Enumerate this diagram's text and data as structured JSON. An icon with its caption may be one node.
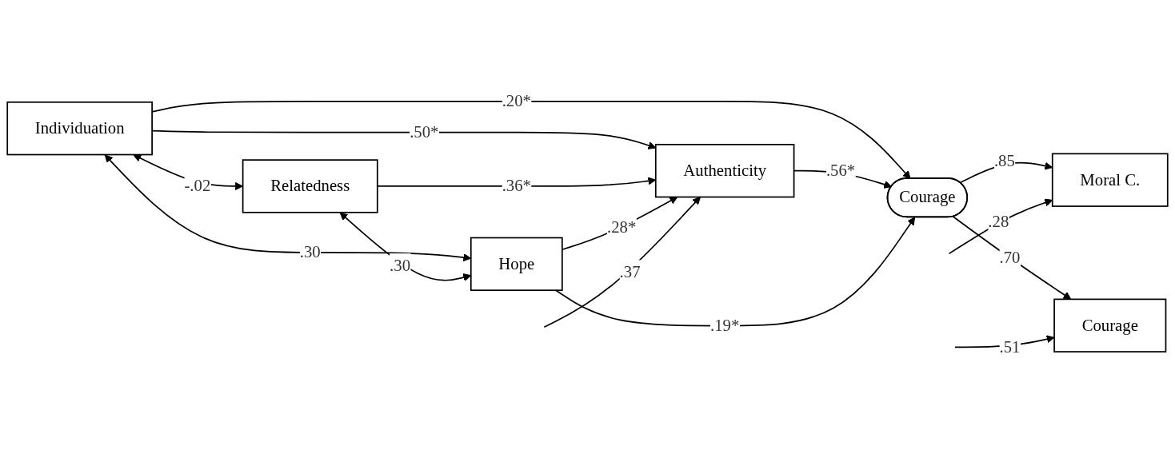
{
  "diagram": {
    "nodes": [
      {
        "text": [
          "Individuation"
        ]
      },
      {
        "text": [
          "Relatedness"
        ]
      },
      {
        "text": [
          "Hope"
        ]
      },
      {
        "text": [
          "Authenticity"
        ]
      },
      {
        "text": [
          "Courage"
        ]
      },
      {
        "text": [
          "Moral C."
        ]
      },
      {
        "text": [
          "Courage"
        ]
      }
    ],
    "edges": [
      {
        "from": 0,
        "to": 1,
        "arrow": "both",
        "label": "-.02"
      },
      {
        "from": 0,
        "to": 2,
        "arrow": "both",
        "label": ".30"
      },
      {
        "from": 1,
        "to": 2,
        "arrow": "both",
        "label": ".30"
      },
      {
        "from": 0,
        "to": 3,
        "arrow": "to",
        "label": ".50*"
      },
      {
        "from": 1,
        "to": 3,
        "arrow": "to",
        "label": ".36*"
      },
      {
        "from": 2,
        "to": 3,
        "arrow": "to",
        "label": ".28*"
      },
      {
        "from": null,
        "to": 3,
        "arrow": "to",
        "label": ".37"
      },
      {
        "from": 0,
        "to": 4,
        "arrow": "to",
        "label": ".20*"
      },
      {
        "from": 3,
        "to": 4,
        "arrow": "to",
        "label": ".56*"
      },
      {
        "from": 2,
        "to": 4,
        "arrow": "to",
        "label": ".19*"
      },
      {
        "from": 4,
        "to": 5,
        "arrow": "to",
        "label": ".85"
      },
      {
        "from": 4,
        "to": 6,
        "arrow": "to",
        "label": ".70"
      },
      {
        "from": null,
        "to": 5,
        "arrow": "to",
        "label": ".28"
      },
      {
        "from": null,
        "to": 6,
        "arrow": "to",
        "label": ".51"
      }
    ]
  }
}
